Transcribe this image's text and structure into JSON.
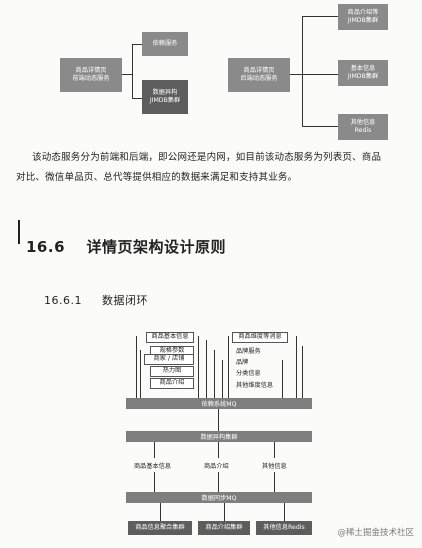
{
  "diagram1": {
    "left_node": "商品详情页\n前端动态服务",
    "targets": [
      "依赖服务",
      "数据异构\nJIMDB集群"
    ]
  },
  "diagram2": {
    "left_node": "商品详情页\n后端动态服务",
    "targets": [
      "商品介绍等\nJIMDB集群",
      "基本信息\nJIMDB集群",
      "其他信息\nRedis"
    ]
  },
  "paragraph": [
    "该动态服务分为前端和后端，即公网还是内网，如目前该动态服务为列表页、商品",
    "对比、微信单品页、总代等提供相应的数据来满足和支持其业务。"
  ],
  "section": {
    "number": "16.6",
    "title": "详情页架构设计原则"
  },
  "subsection": {
    "number": "16.6.1",
    "title": "数据闭环"
  },
  "diagram3": {
    "left_items": [
      "商品基本信息",
      "规格参数",
      "商家 / 店铺",
      "热力图",
      "商品介绍"
    ],
    "right_items": [
      "商品维度等消息",
      "品牌服务",
      "品牌",
      "分类信息",
      "其他维度信息"
    ],
    "mq_bar": "依赖系统MQ",
    "hetero_bar": "数据异构集群",
    "mid_items": [
      "商品基本信息",
      "商品介绍",
      "其他信息"
    ],
    "sync_bar": "数据同步MQ",
    "bottom_boxes": [
      "商品信息聚合集群",
      "商品介绍集群",
      "其他信息Redis"
    ]
  },
  "watermark": "@稀土掘金技术社区"
}
